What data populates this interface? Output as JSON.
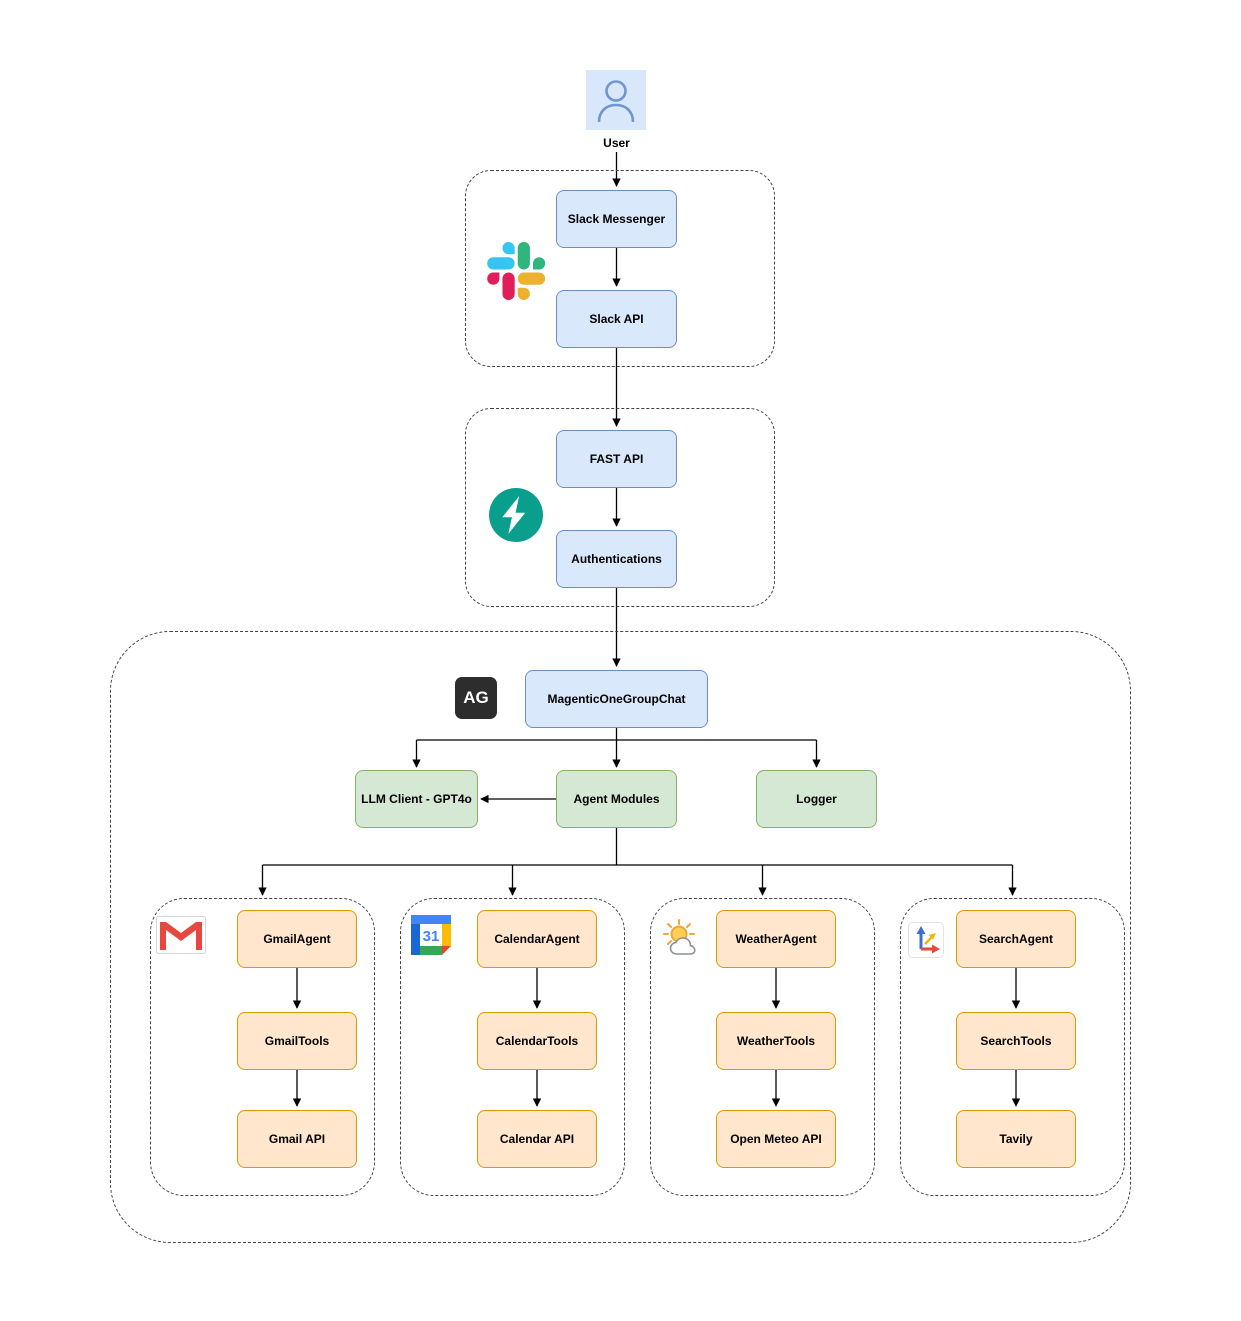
{
  "colors": {
    "node_blue_fill": "#dae8fc",
    "node_blue_border": "#6c8ebf",
    "node_green_fill": "#d5e8d4",
    "node_green_border": "#82b366",
    "node_orange_fill": "#ffe6cc",
    "node_orange_border": "#d79b00",
    "slack_blue": "#36C5F0",
    "slack_green": "#2EB67D",
    "slack_red": "#E01E5A",
    "slack_yellow": "#ECB22E",
    "fastapi_teal": "#0a9e8c",
    "autogen_dark": "#2d2d2d"
  },
  "user": {
    "icon": "user-icon",
    "label": "User"
  },
  "slack_section": {
    "icon": "slack-icon",
    "nodes": [
      {
        "label": "Slack Messenger"
      },
      {
        "label": "Slack API"
      }
    ]
  },
  "fastapi_section": {
    "icon": "fastapi-icon",
    "nodes": [
      {
        "label": "FAST API"
      },
      {
        "label": "Authentications"
      }
    ]
  },
  "orchestrator_section": {
    "icon": "autogen-icon",
    "icon_text": "AG",
    "root": {
      "label": "MagenticOneGroupChat"
    },
    "modules": [
      {
        "label": "LLM Client - GPT4o"
      },
      {
        "label": "Agent Modules"
      },
      {
        "label": "Logger"
      }
    ],
    "agent_groups": [
      {
        "icon": "gmail-icon",
        "nodes": [
          {
            "label": "GmailAgent"
          },
          {
            "label": "GmailTools"
          },
          {
            "label": "Gmail API"
          }
        ]
      },
      {
        "icon": "google-calendar-icon",
        "icon_text": "31",
        "nodes": [
          {
            "label": "CalendarAgent"
          },
          {
            "label": "CalendarTools"
          },
          {
            "label": "Calendar API"
          }
        ]
      },
      {
        "icon": "weather-icon",
        "nodes": [
          {
            "label": "WeatherAgent"
          },
          {
            "label": "WeatherTools"
          },
          {
            "label": "Open Meteo API"
          }
        ]
      },
      {
        "icon": "search-axes-icon",
        "nodes": [
          {
            "label": "SearchAgent"
          },
          {
            "label": "SearchTools"
          },
          {
            "label": "Tavily"
          }
        ]
      }
    ]
  }
}
